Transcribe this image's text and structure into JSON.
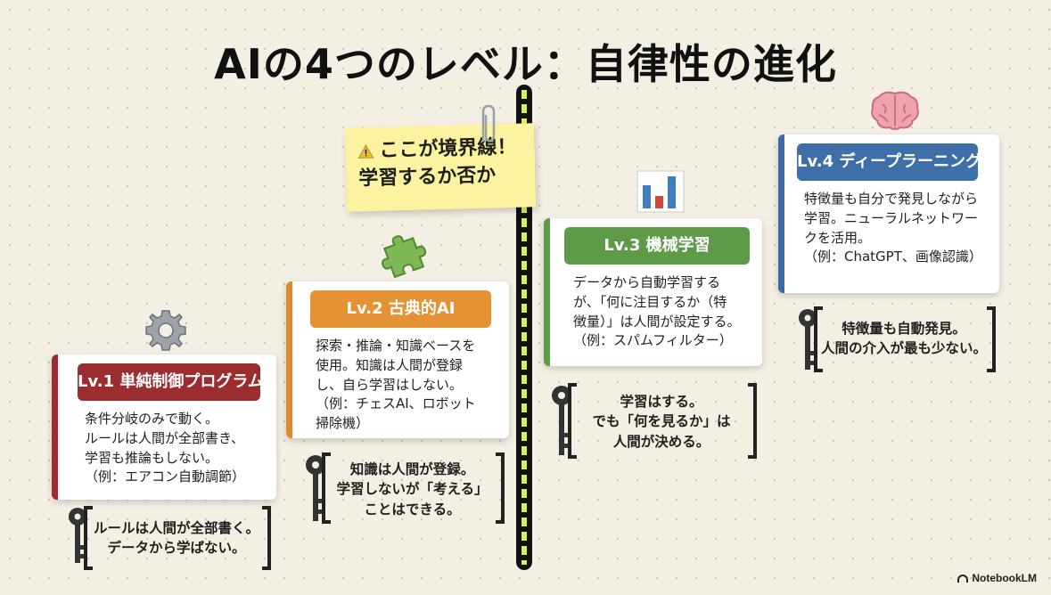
{
  "title": "AIの4つのレベル：自律性の進化",
  "boundary_note": {
    "line1": "ここが境界線！",
    "line2": "学習するか否か"
  },
  "levels": [
    {
      "header": "Lv.1 単純制御プログラム",
      "body": "条件分岐のみで動く。\nルールは人間が全部書き、\n学習も推論もしない。\n（例：エアコン自動調節）",
      "key": "ルールは人間が全部書く。\nデータから学ばない。",
      "icon": "gear-icon",
      "color": "#9b2d2f"
    },
    {
      "header": "Lv.2 古典的AI",
      "body": "探索・推論・知識ベースを\n使用。知識は人間が登録\nし、自ら学習はしない。\n（例：チェスAI、ロボット\n掃除機）",
      "key": "知識は人間が登録。\n学習しないが「考える」\nことはできる。",
      "icon": "puzzle-icon",
      "color": "#e59235"
    },
    {
      "header": "Lv.3 機械学習",
      "body": "データから自動学習する\nが、「何に注目するか（特\n徴量）」は人間が設定する。\n（例：スパムフィルター）",
      "key": "学習はする。\nでも「何を見るか」は\n人間が決める。",
      "icon": "bar-chart-icon",
      "color": "#5e9a48"
    },
    {
      "header": "Lv.4 ディープラーニング",
      "body": "特徴量も自分で発見しながら\n学習。ニューラルネットワー\nクを活用。\n（例：ChatGPT、画像認識）",
      "key": "特徴量も自動発見。\n人間の介入が最も少ない。",
      "icon": "brain-icon",
      "color": "#3f6fa9"
    }
  ],
  "branding": "NotebookLM"
}
